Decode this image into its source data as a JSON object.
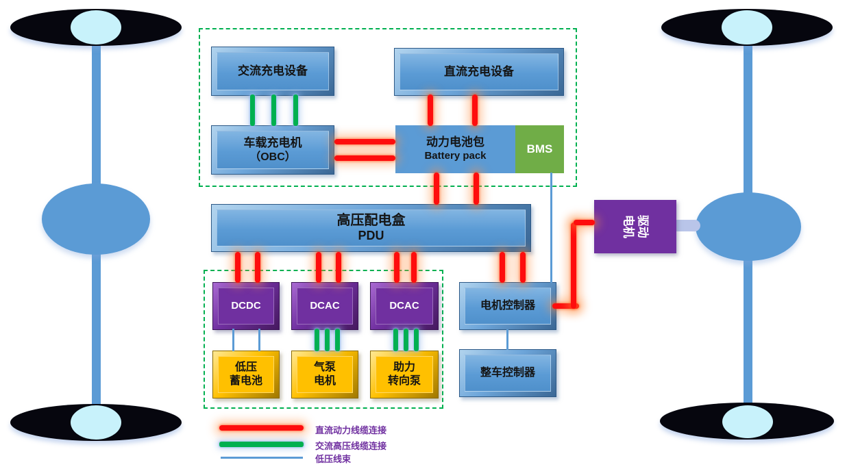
{
  "diagram": {
    "title_none": "",
    "colors": {
      "box_blue": "#5b9bd5",
      "box_purple": "#7030a0",
      "box_yellow": "#ffc000",
      "box_green": "#70ad47",
      "line_dc_red": "#fe0d0d",
      "line_ac_green": "#00b050",
      "line_lv_blue": "#5b9bd5",
      "zone_dashed_green": "#00b050",
      "legend_text_purple": "#7030a0",
      "hub_cyan": "#c8f2fb",
      "tire_black": "#06060e"
    },
    "nodes": {
      "ac_charger": {
        "label": "交流充电设备"
      },
      "dc_charger": {
        "label": "直流充电设备"
      },
      "obc": {
        "line1": "车载充电机",
        "line2": "（OBC）"
      },
      "battery": {
        "line1": "动力电池包",
        "line2": "Battery pack"
      },
      "bms": {
        "label": "BMS"
      },
      "pdu": {
        "line1": "高压配电盒",
        "line2": "PDU"
      },
      "dcdc": {
        "label": "DCDC"
      },
      "dcac1": {
        "label": "DCAC"
      },
      "dcac2": {
        "label": "DCAC"
      },
      "lv_battery": {
        "line1": "低压",
        "line2": "蓄电池"
      },
      "air_pump": {
        "line1": "气泵",
        "line2": "电机"
      },
      "steering_pump": {
        "line1": "助力",
        "line2": "转向泵"
      },
      "motor_controller": {
        "label": "电机控制器"
      },
      "vehicle_controller": {
        "label": "整车控制器"
      },
      "drive_motor": {
        "line1": "驱动",
        "line2": "电机"
      }
    },
    "legend": [
      {
        "label": "直流动力线缆连接",
        "color": "#fe0d0d"
      },
      {
        "label": "交流高压线缆连接",
        "color": "#00b050"
      },
      {
        "label": "低压线束",
        "color": "#5b9bd5"
      }
    ]
  }
}
